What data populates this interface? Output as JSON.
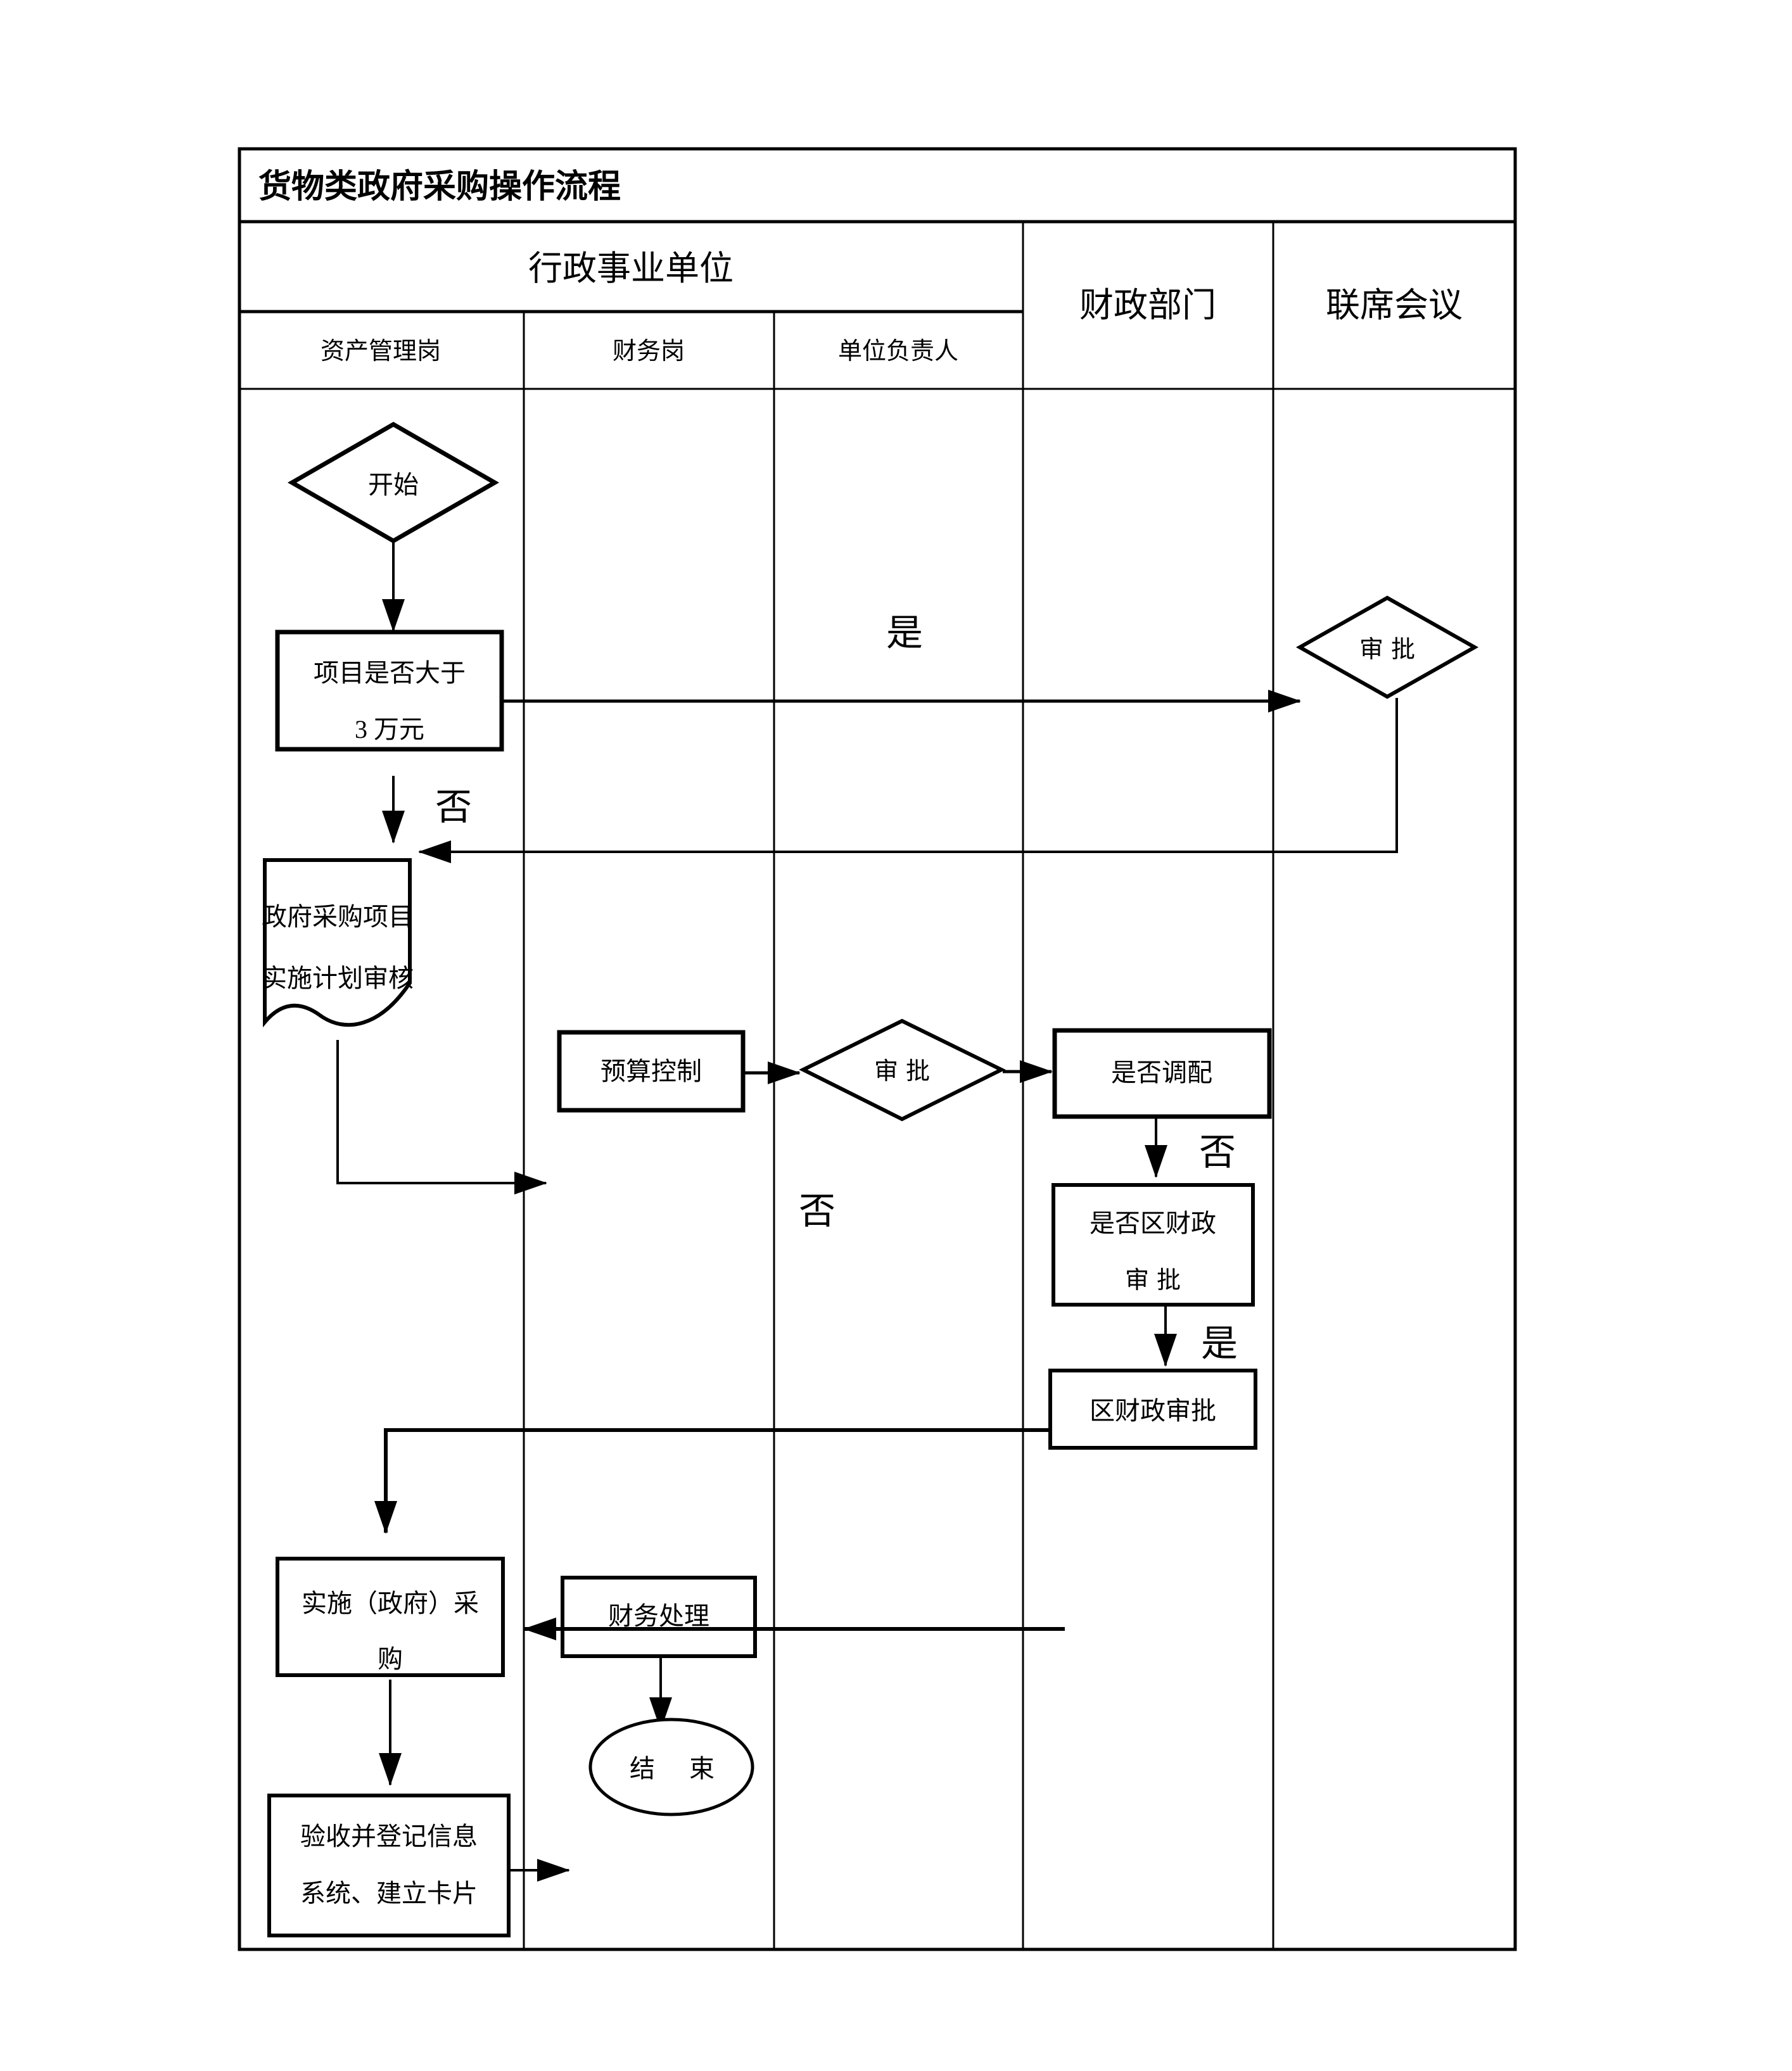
{
  "page": {
    "title": "货物类政府采购操作流程"
  },
  "header": {
    "group": "行政事业单位",
    "cols": [
      "资产管理岗",
      "财务岗",
      "单位负责人"
    ],
    "dept": "财政部门",
    "joint": "联席会议"
  },
  "nodes": {
    "start": "开始",
    "q_amount_l1": "项目是否大于",
    "q_amount_l2": "3 万元",
    "approve_joint": "审批",
    "doc_l1": "政府采购项目",
    "doc_l2": "实施计划审核",
    "budget": "预算控制",
    "approve_unit": "审批",
    "allocate": "是否调配",
    "q_district_l1": "是否区财政",
    "q_district_l2": "审批",
    "district_approve": "区财政审批",
    "implement_l1": "实施（政府）采",
    "implement_l2": "购",
    "finance": "财务处理",
    "end": "结 束",
    "accept_l1": "验收并登记信息",
    "accept_l2": "系统、建立卡片"
  },
  "labels": {
    "yes_top": "是",
    "no_top": "否",
    "no_unit": "否",
    "no_allocate": "否",
    "yes_district": "是"
  }
}
